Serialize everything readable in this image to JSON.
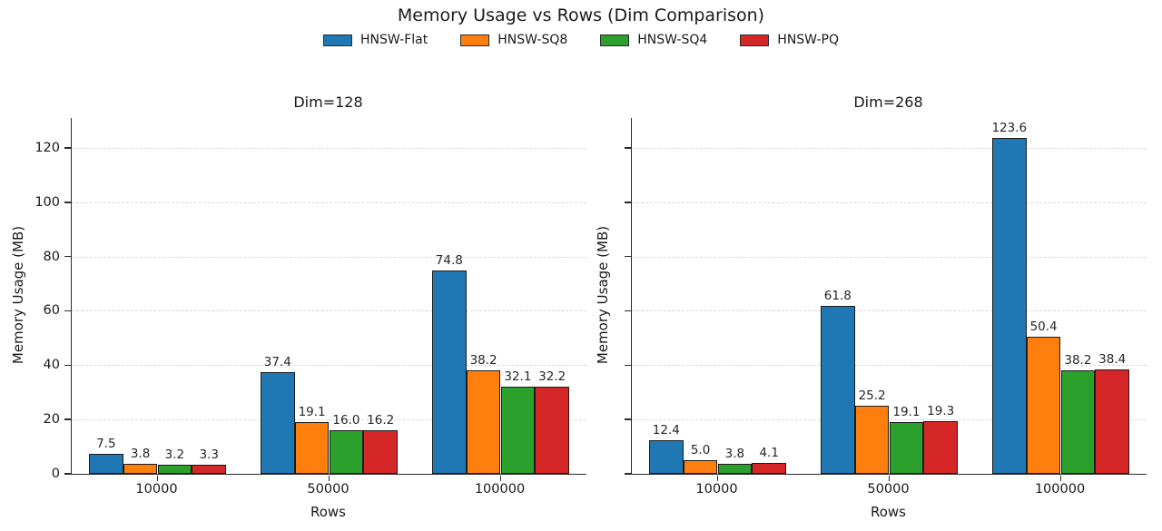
{
  "title": "Memory Usage vs Rows (Dim Comparison)",
  "legend": [
    {
      "label": "HNSW-Flat",
      "color": "#1f77b4"
    },
    {
      "label": "HNSW-SQ8",
      "color": "#ff7f0e"
    },
    {
      "label": "HNSW-SQ4",
      "color": "#2ca02c"
    },
    {
      "label": "HNSW-PQ",
      "color": "#d62728"
    }
  ],
  "chart_data": {
    "type": "bar",
    "categories": [
      "10000",
      "50000",
      "100000"
    ],
    "xlabel": "Rows",
    "ylabel": "Memory Usage (MB)",
    "yticks": [
      0,
      20,
      40,
      60,
      80,
      100,
      120
    ],
    "ylim": [
      0,
      131
    ],
    "grid": "horizontal-dashed",
    "legend_position": "top-center",
    "panels": [
      {
        "title": "Dim=128",
        "show_ytick_labels": true,
        "series": [
          {
            "name": "HNSW-Flat",
            "color": "#1f77b4",
            "values": [
              7.5,
              37.4,
              74.8
            ]
          },
          {
            "name": "HNSW-SQ8",
            "color": "#ff7f0e",
            "values": [
              3.8,
              19.1,
              38.2
            ]
          },
          {
            "name": "HNSW-SQ4",
            "color": "#2ca02c",
            "values": [
              3.2,
              16.0,
              32.1
            ]
          },
          {
            "name": "HNSW-PQ",
            "color": "#d62728",
            "values": [
              3.3,
              16.2,
              32.2
            ]
          }
        ]
      },
      {
        "title": "Dim=268",
        "show_ytick_labels": false,
        "series": [
          {
            "name": "HNSW-Flat",
            "color": "#1f77b4",
            "values": [
              12.4,
              61.8,
              123.6
            ]
          },
          {
            "name": "HNSW-SQ8",
            "color": "#ff7f0e",
            "values": [
              5.0,
              25.2,
              50.4
            ]
          },
          {
            "name": "HNSW-SQ4",
            "color": "#2ca02c",
            "values": [
              3.8,
              19.1,
              38.2
            ]
          },
          {
            "name": "HNSW-PQ",
            "color": "#d62728",
            "values": [
              4.1,
              19.3,
              38.4
            ]
          }
        ]
      }
    ]
  }
}
